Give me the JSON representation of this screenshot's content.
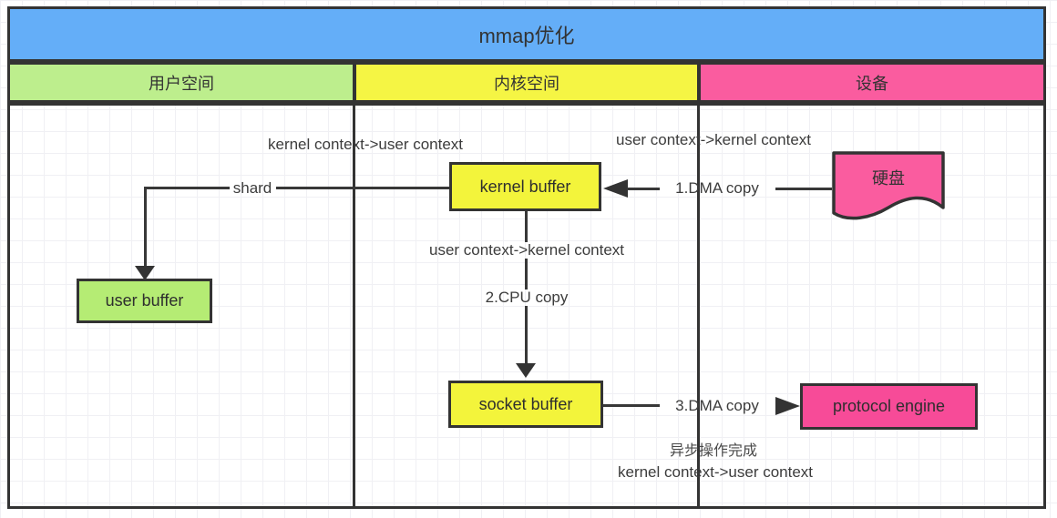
{
  "diagram": {
    "title": "mmap优化",
    "columns": [
      {
        "id": "user-space",
        "label": "用户空间"
      },
      {
        "id": "kernel-space",
        "label": "内核空间"
      },
      {
        "id": "device",
        "label": "设备"
      }
    ],
    "nodes": {
      "kernel_buffer": {
        "label": "kernel buffer"
      },
      "user_buffer": {
        "label": "user buffer"
      },
      "socket_buffer": {
        "label": "socket buffer"
      },
      "protocol_engine": {
        "label": "protocol engine"
      },
      "hard_disk": {
        "label": "硬盘"
      }
    },
    "annotations": {
      "ctx_switch_top_left": "kernel context->user context",
      "ctx_switch_top_right": "user context->kernel context",
      "shard": "shard",
      "dma_copy_1": "1.DMA copy",
      "ctx_switch_mid": "user context->kernel context",
      "cpu_copy_2": "2.CPU copy",
      "dma_copy_3": "3.DMA copy",
      "async_done": "异步操作完成",
      "ctx_switch_bottom": "kernel context->user context"
    },
    "colors": {
      "title_bg": "#64AEF8",
      "user_space_bg": "#BDEE8D",
      "kernel_space_bg": "#F5F544",
      "device_bg": "#FA5C9F",
      "user_buffer_bg": "#B5EC74",
      "buffer_yellow_bg": "#F3F43B",
      "protocol_engine_bg": "#F74B98",
      "hard_disk_bg": "#FA5C9F",
      "border": "#333333"
    }
  }
}
